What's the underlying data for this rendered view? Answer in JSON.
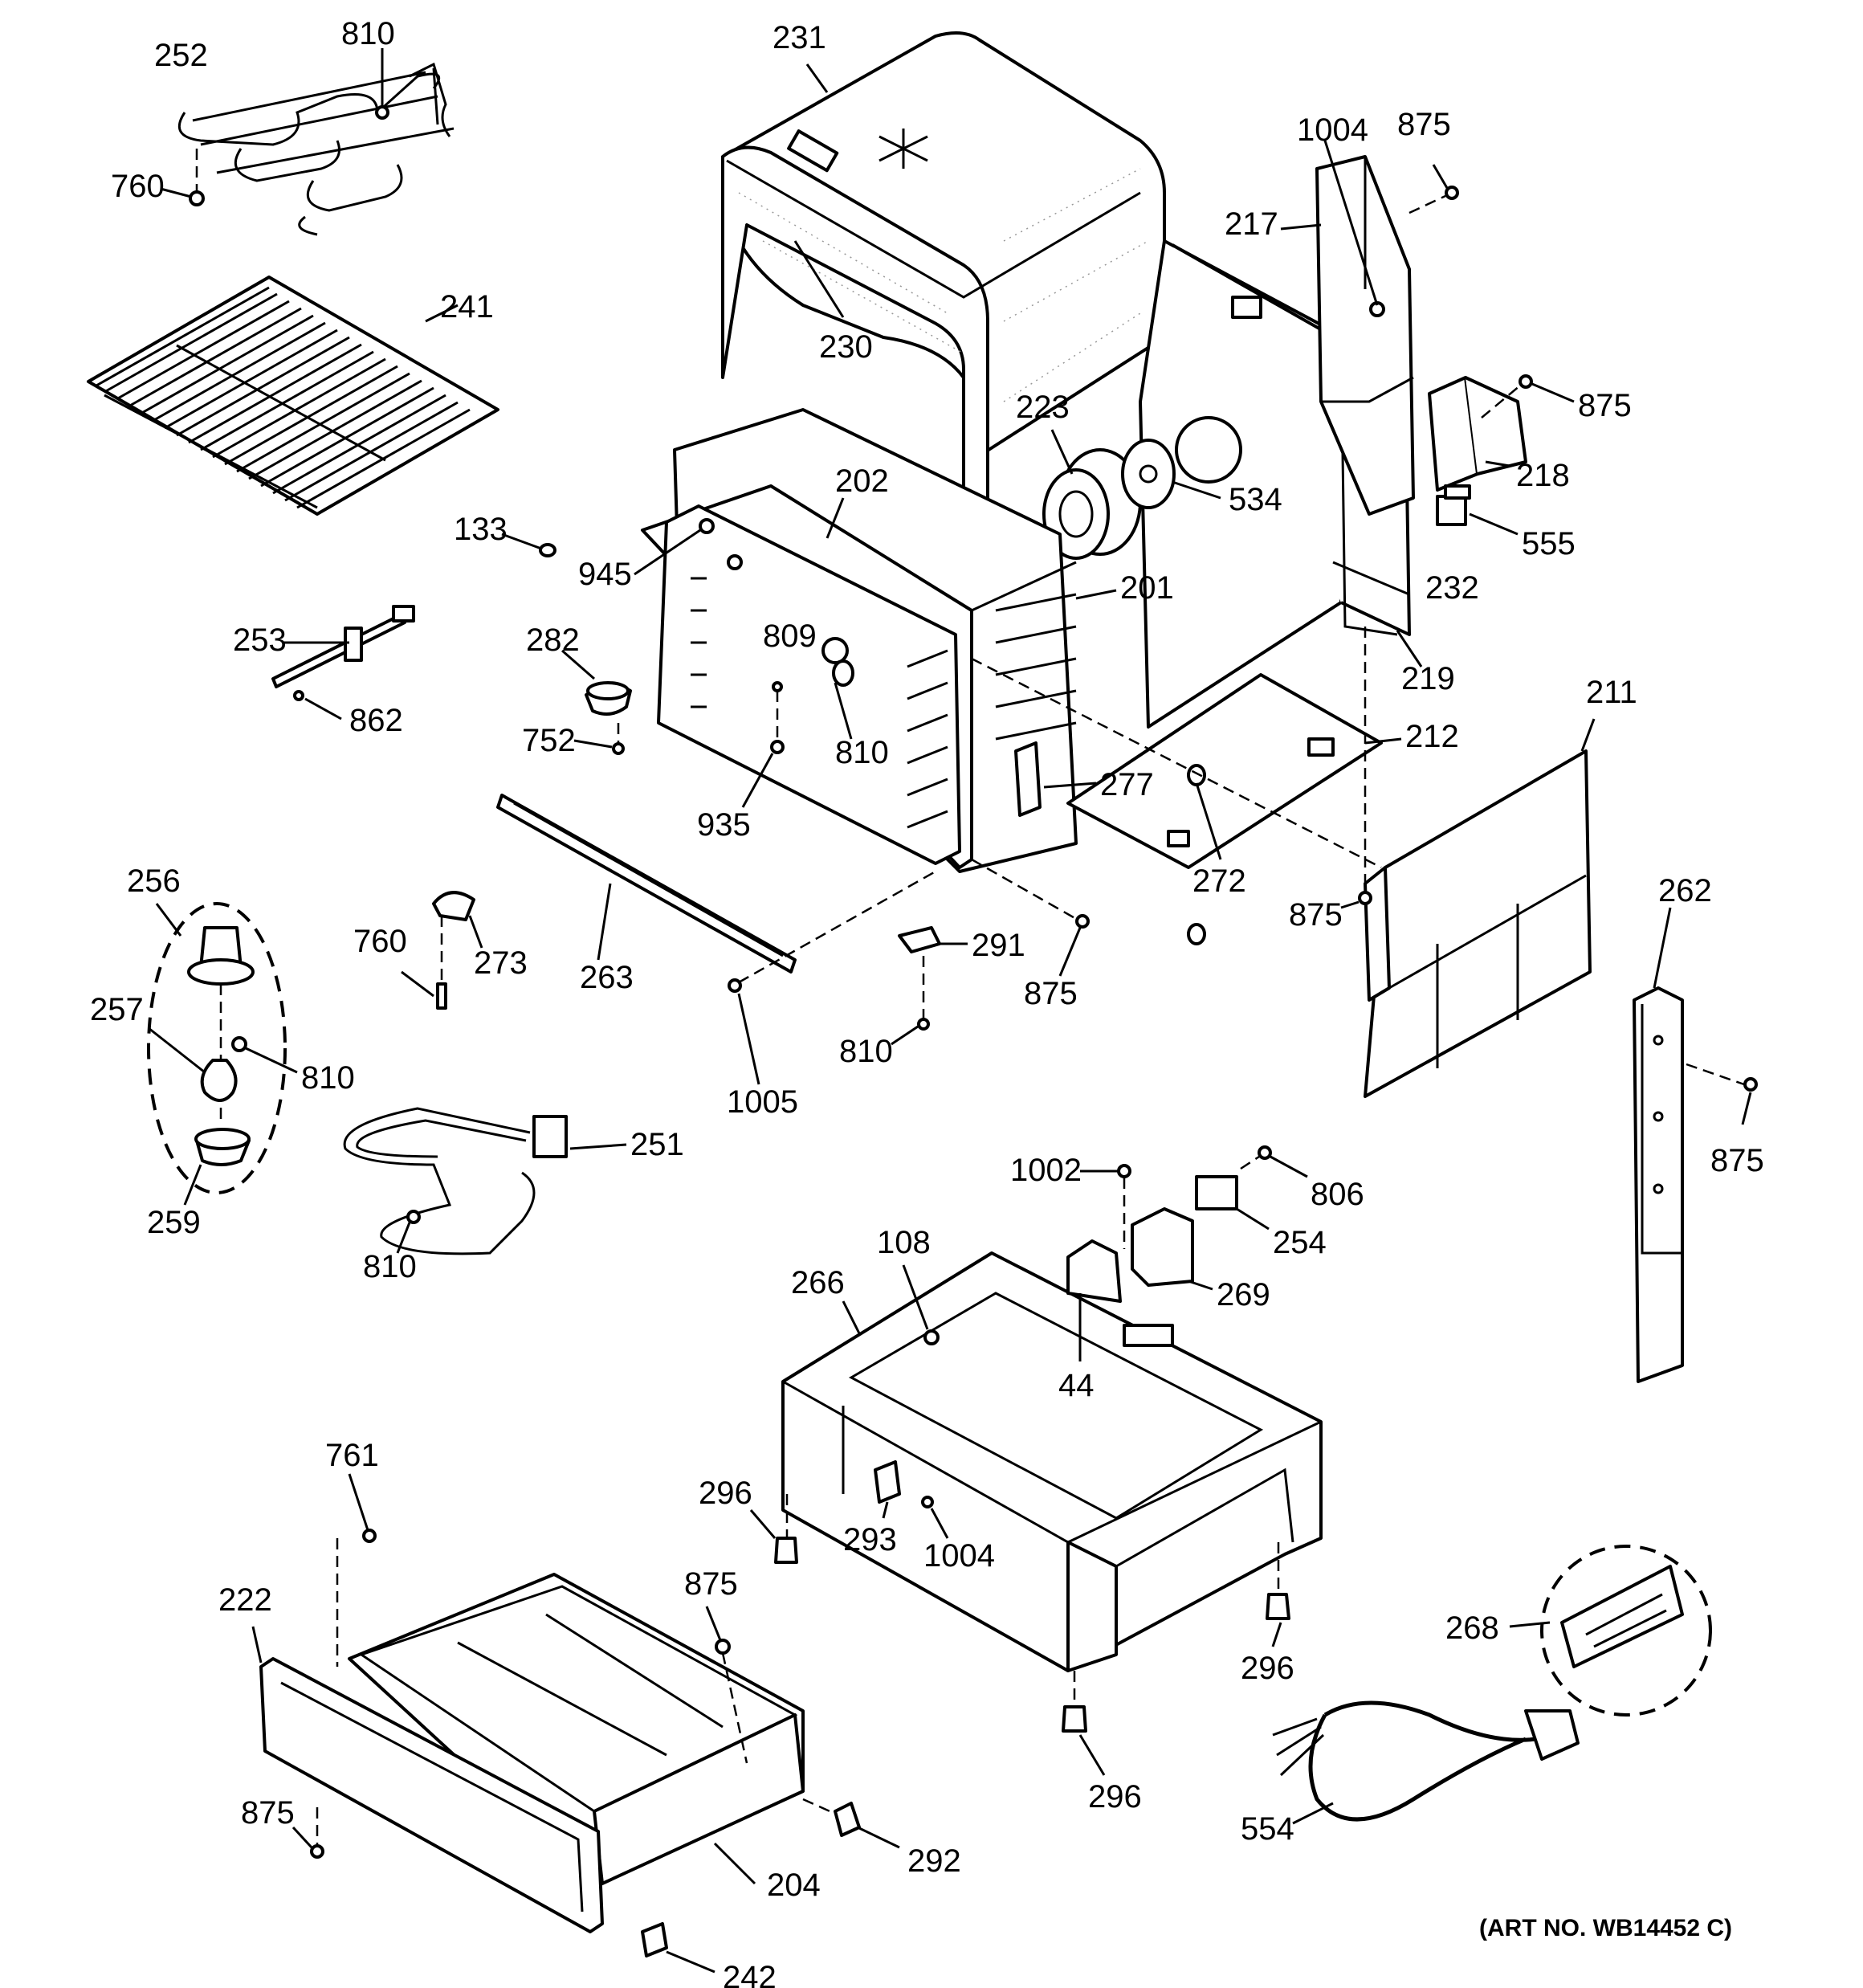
{
  "diagram": {
    "labels": {
      "p252": "252",
      "p810a": "810",
      "p760a": "760",
      "p241": "241",
      "p133": "133",
      "p253": "253",
      "p862": "862",
      "p282": "282",
      "p752": "752",
      "p231": "231",
      "p230": "230",
      "p202": "202",
      "p945": "945",
      "p809": "809",
      "p810b": "810",
      "p935": "935",
      "p263": "263",
      "p223": "223",
      "p534": "534",
      "p201": "201",
      "p1004a": "1004",
      "p875a": "875",
      "p217": "217",
      "p875b": "875",
      "p218": "218",
      "p555": "555",
      "p232": "232",
      "p219": "219",
      "p212": "212",
      "p277": "277",
      "p272": "272",
      "p211": "211",
      "p875c": "875",
      "p262": "262",
      "p875d": "875",
      "p256": "256",
      "p257": "257",
      "p810c": "810",
      "p259": "259",
      "p760b": "760",
      "p273": "273",
      "p291": "291",
      "p875e": "875",
      "p810d": "810",
      "p1005": "1005",
      "p251": "251",
      "p810e": "810",
      "p1002": "1002",
      "p806": "806",
      "p254": "254",
      "p269": "269",
      "p266": "266",
      "p108": "108",
      "p44": "44",
      "p296a": "296",
      "p293": "293",
      "p1004b": "1004",
      "p296b": "296",
      "p296c": "296",
      "p268": "268",
      "p761": "761",
      "p875f": "875",
      "p222": "222",
      "p875g": "875",
      "p204": "204",
      "p292": "292",
      "p242": "242",
      "p554": "554"
    },
    "art_number": "(ART NO. WB14452 C)"
  }
}
